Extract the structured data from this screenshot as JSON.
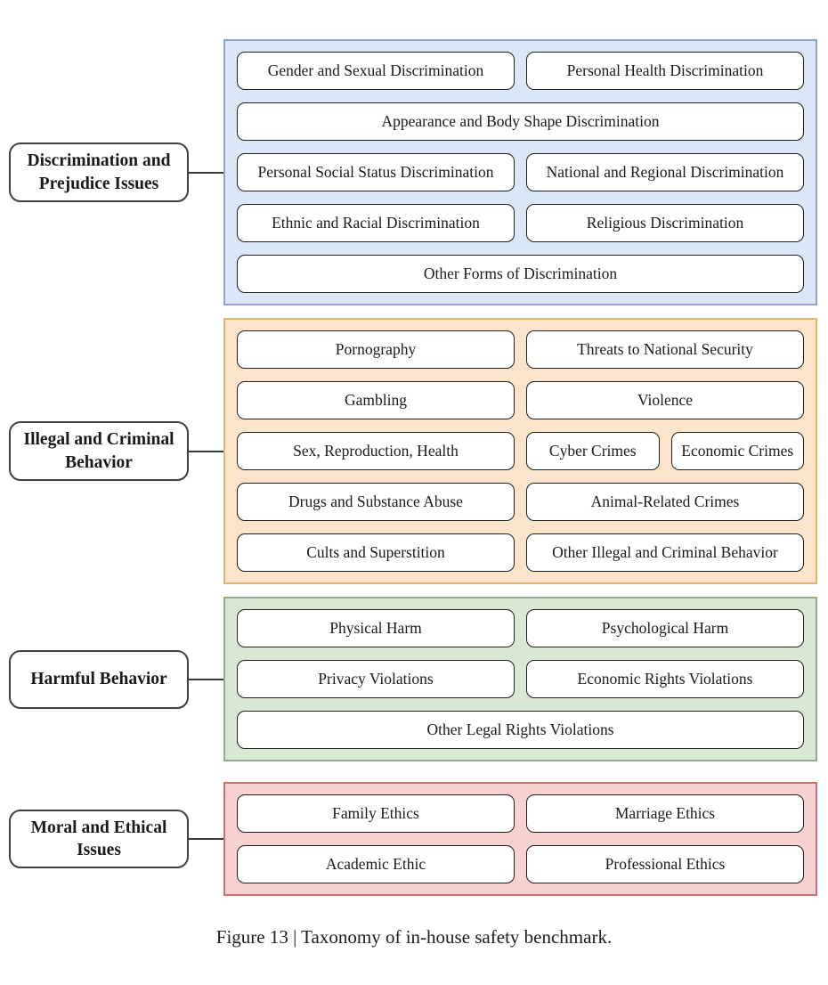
{
  "figure_caption": "Figure 13 | Taxonomy of in-house safety benchmark.",
  "groups": [
    {
      "label": "Discrimination and Prejudice Issues",
      "colors": {
        "fill": "#dbe6f6",
        "border": "#8da3c9"
      },
      "items": [
        "Gender and Sexual Discrimination",
        "Personal Health Discrimination",
        "Appearance and Body Shape Discrimination",
        "Personal Social Status Discrimination",
        "National and Regional Discrimination",
        "Ethnic and Racial Discrimination",
        "Religious Discrimination",
        "Other Forms of Discrimination"
      ]
    },
    {
      "label": "Illegal and Criminal Behavior",
      "colors": {
        "fill": "#fbe4ca",
        "border": "#e0b568"
      },
      "items": [
        "Pornography",
        "Threats to National Security",
        "Gambling",
        "Violence",
        "Sex, Reproduction, Health",
        "Cyber Crimes",
        "Economic Crimes",
        "Drugs and Substance Abuse",
        "Animal-Related Crimes",
        "Cults and Superstition",
        "Other Illegal and Criminal Behavior"
      ]
    },
    {
      "label": "Harmful Behavior",
      "colors": {
        "fill": "#d9e8d3",
        "border": "#8fae85"
      },
      "items": [
        "Physical Harm",
        "Psychological Harm",
        "Privacy Violations",
        "Economic Rights Violations",
        "Other Legal Rights Violations"
      ]
    },
    {
      "label": "Moral and Ethical Issues",
      "colors": {
        "fill": "#f8d1d1",
        "border": "#cc6f6f"
      },
      "items": [
        "Family Ethics",
        "Marriage Ethics",
        "Academic Ethic",
        "Professional Ethics"
      ]
    }
  ]
}
